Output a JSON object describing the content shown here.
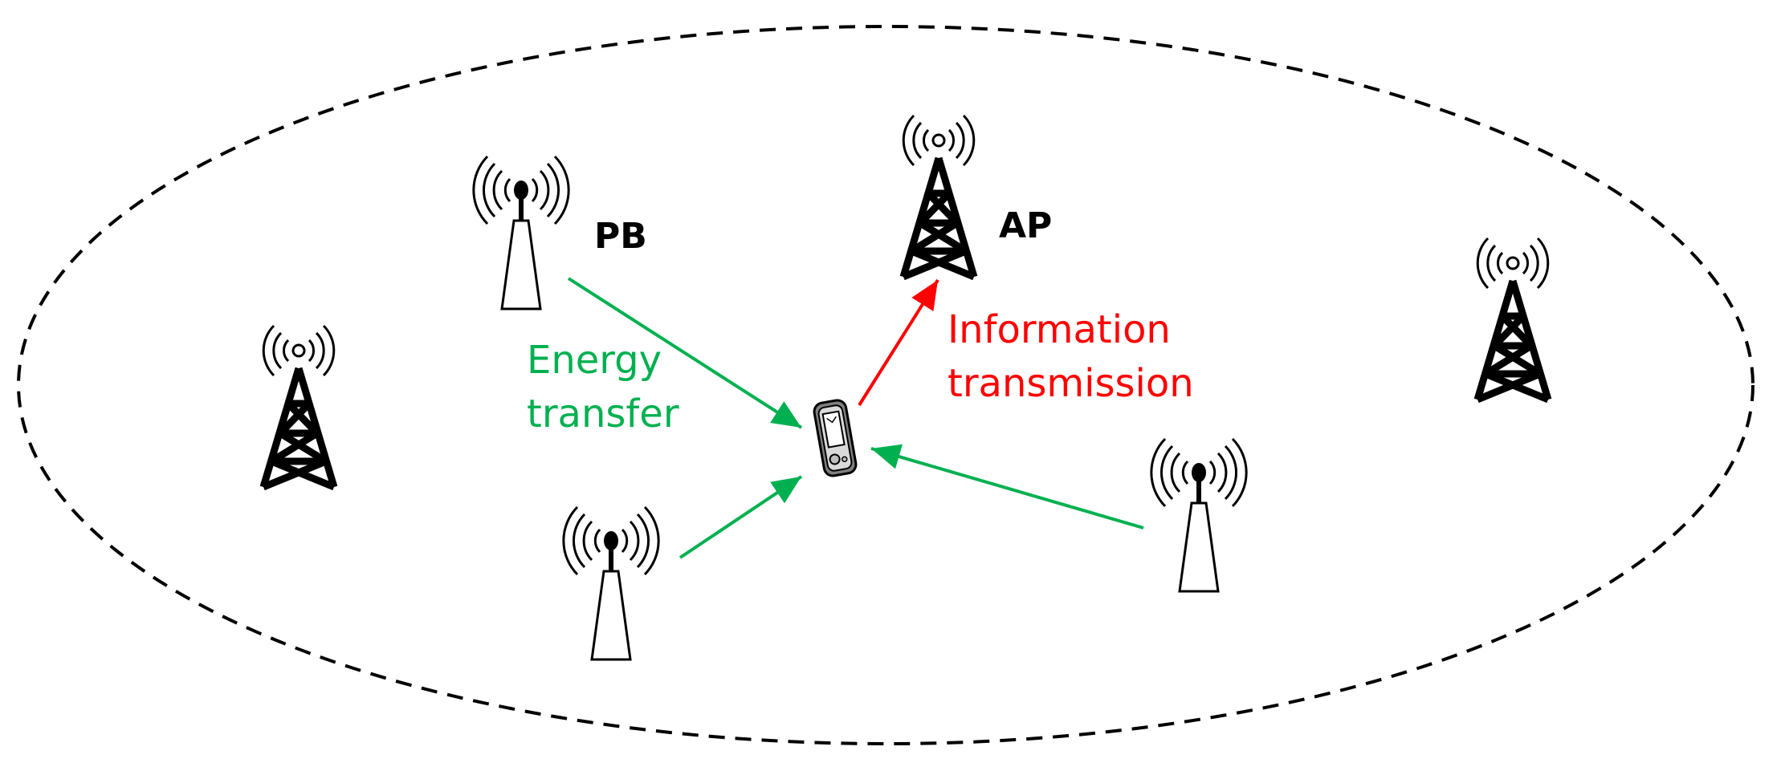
{
  "labels": {
    "pb": "PB",
    "ap": "AP",
    "energy_line1": "Energy",
    "energy_line2": "transfer",
    "info_line1": "Information",
    "info_line2": "transmission"
  },
  "colors": {
    "energy": "#00b050",
    "information": "#ff0000",
    "outline": "#000000",
    "background": "#ffffff"
  },
  "nodes": {
    "power_beacons": [
      "power-beacon",
      "power-beacon",
      "power-beacon"
    ],
    "access_points": [
      "access-point",
      "access-point",
      "access-point"
    ],
    "device": "mobile-device"
  },
  "icons": {
    "power_beacon": "broadcast-antenna-icon",
    "access_point": "lattice-tower-icon",
    "device": "handheld-device-icon"
  }
}
